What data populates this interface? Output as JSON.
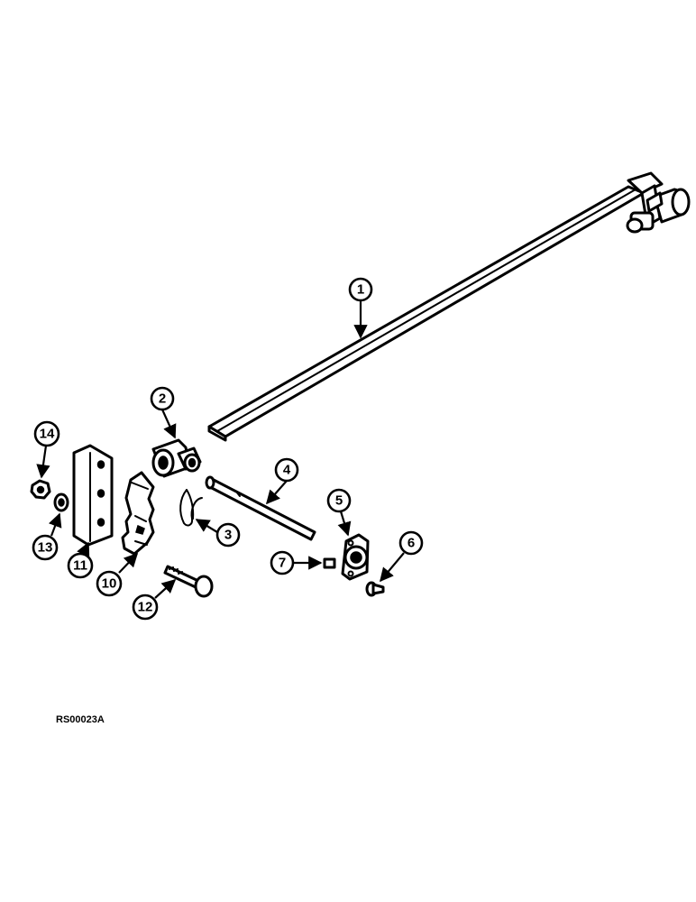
{
  "callouts": [
    {
      "id": "1",
      "label": "1"
    },
    {
      "id": "2",
      "label": "2"
    },
    {
      "id": "3",
      "label": "3"
    },
    {
      "id": "4",
      "label": "4"
    },
    {
      "id": "5",
      "label": "5"
    },
    {
      "id": "6",
      "label": "6"
    },
    {
      "id": "7",
      "label": "7"
    },
    {
      "id": "10",
      "label": "10"
    },
    {
      "id": "11",
      "label": "11"
    },
    {
      "id": "12",
      "label": "12"
    },
    {
      "id": "13",
      "label": "13"
    },
    {
      "id": "14",
      "label": "14"
    }
  ],
  "reference_code": "RS00023A",
  "colors": {
    "line": "#000000",
    "background": "#ffffff"
  }
}
